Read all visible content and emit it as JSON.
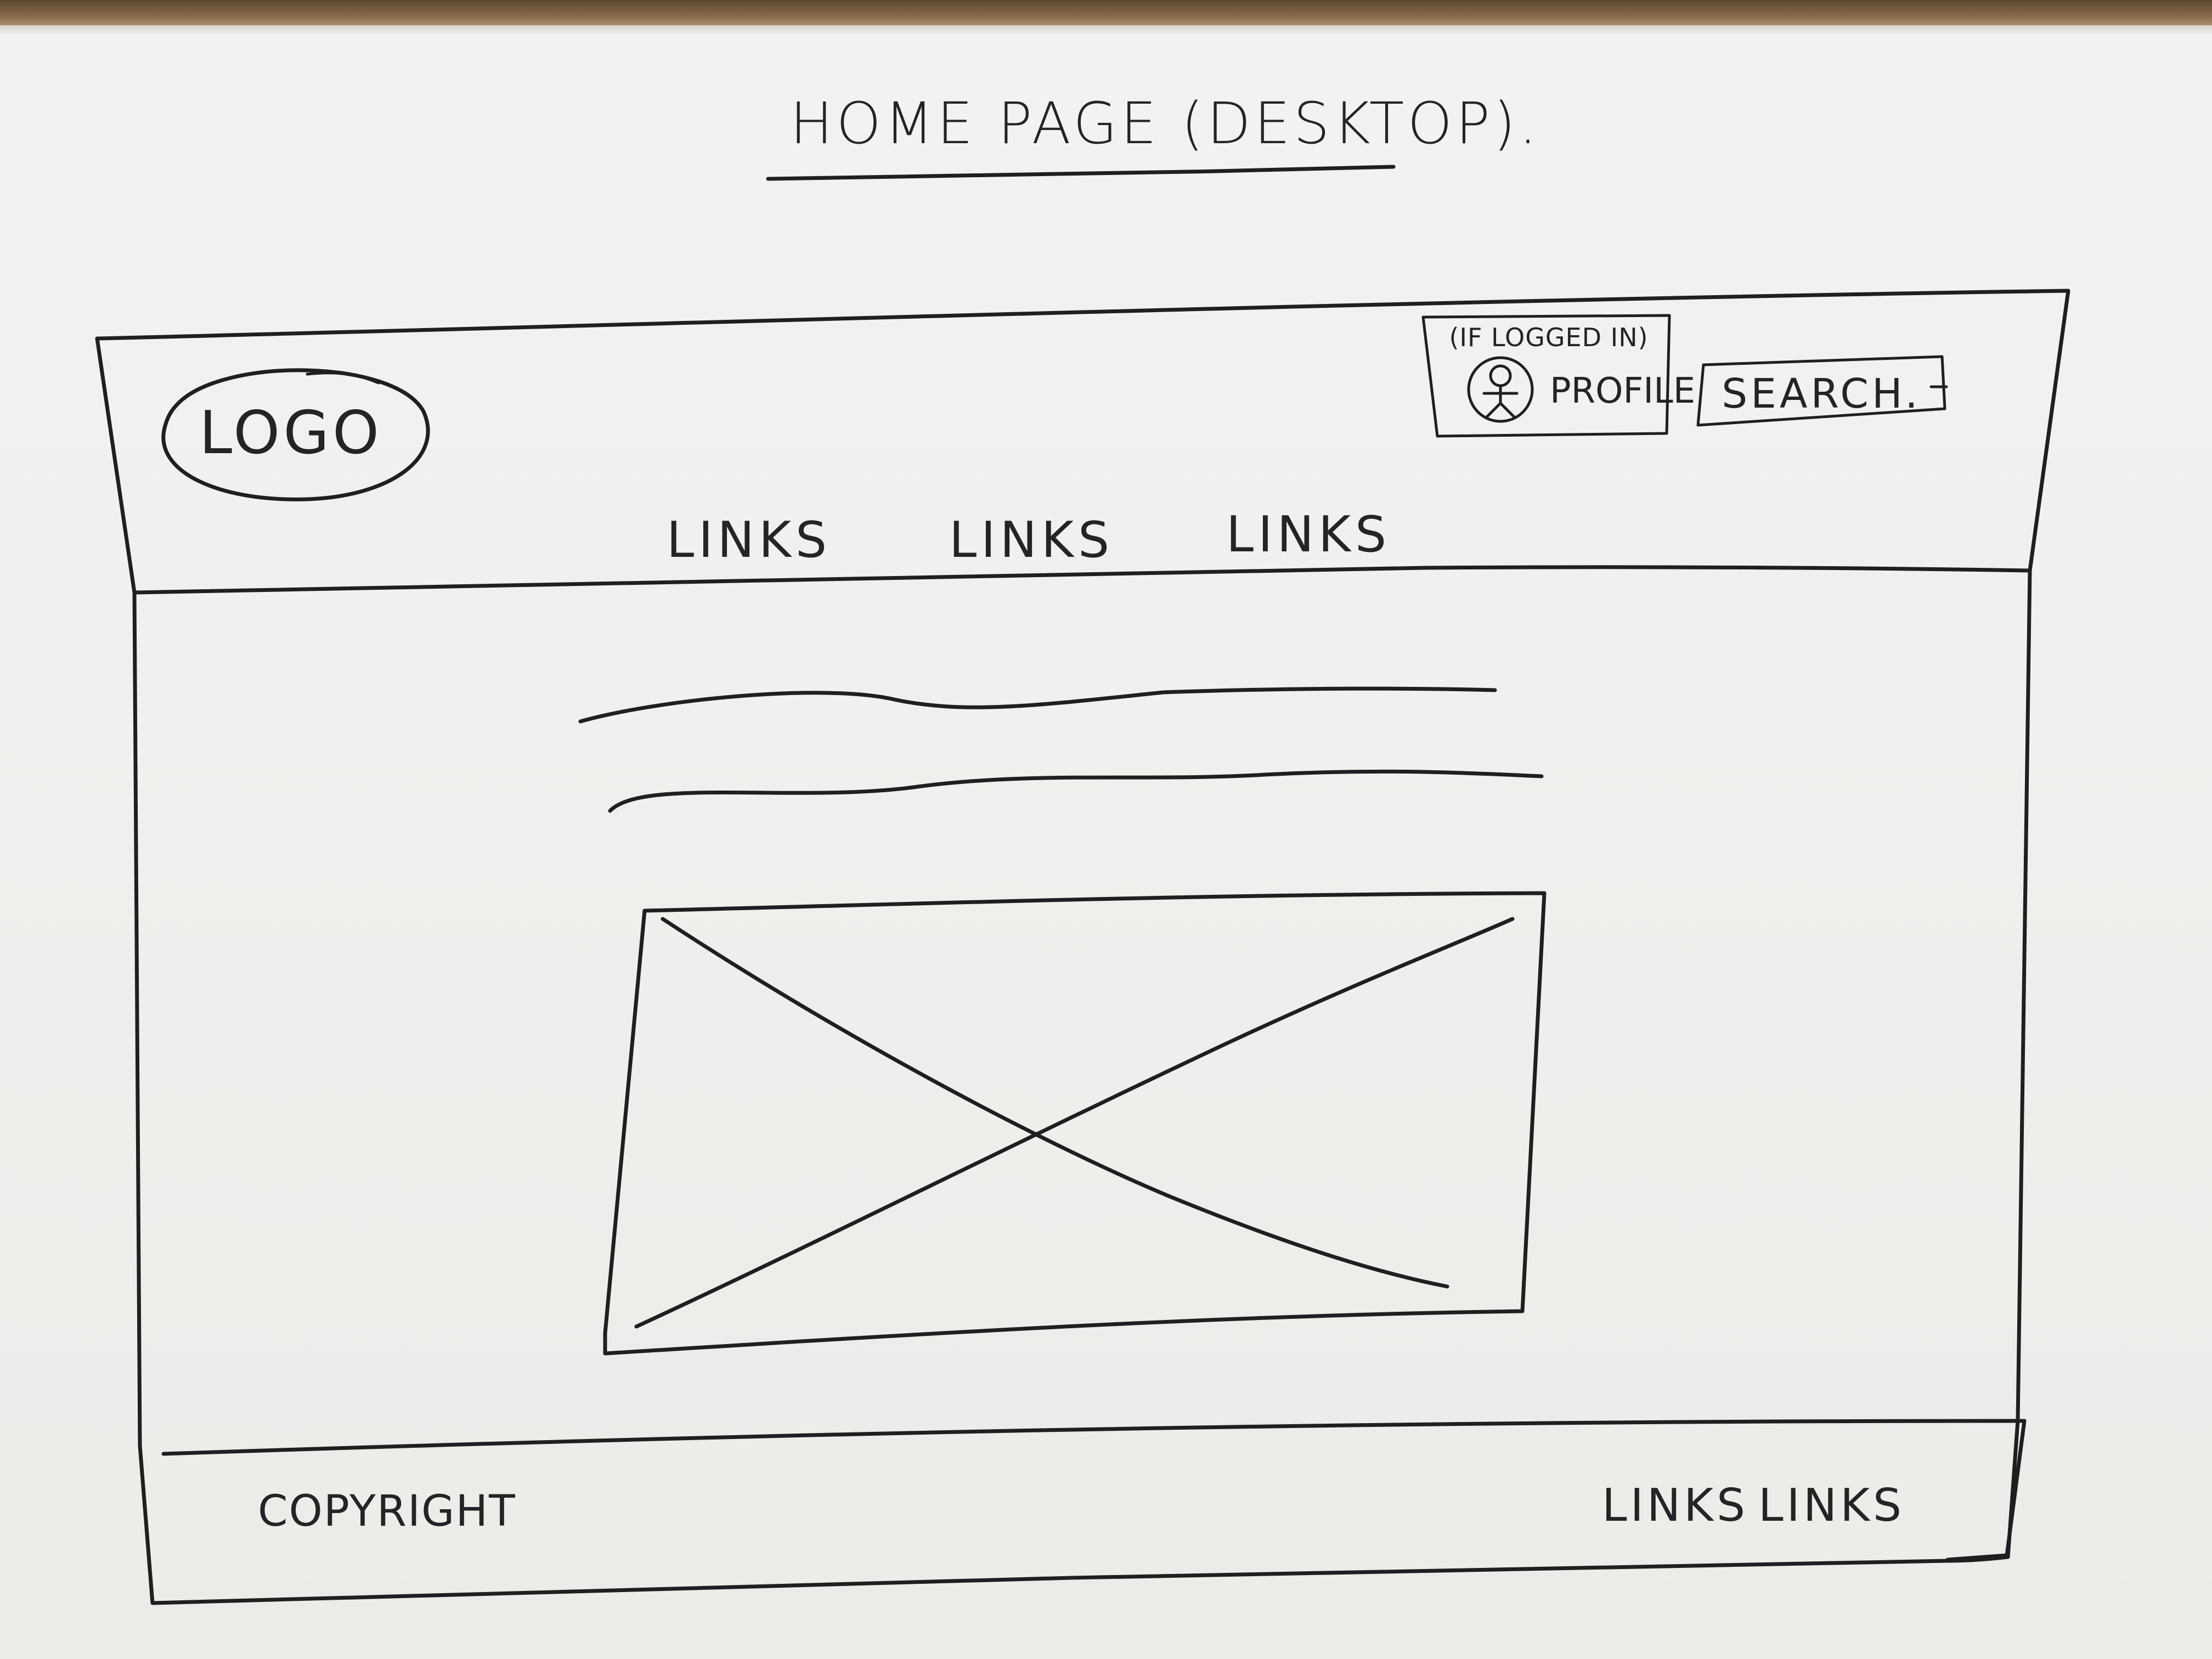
{
  "page_title": "Home Page (Desktop).",
  "header": {
    "logo_text": "Logo",
    "login_note": "(If logged in)",
    "profile_label": "Profile",
    "search_label": "Search."
  },
  "nav": {
    "links": [
      "Links",
      "Links",
      "Links"
    ]
  },
  "main": {
    "image_placeholder": "image-placeholder-x"
  },
  "footer": {
    "copyright": "Copyright",
    "links": [
      "Links",
      "Links"
    ]
  },
  "colors": {
    "paper": "#f1f0ee",
    "ink": "#1f1f1f",
    "table": "#8a6d4c"
  }
}
